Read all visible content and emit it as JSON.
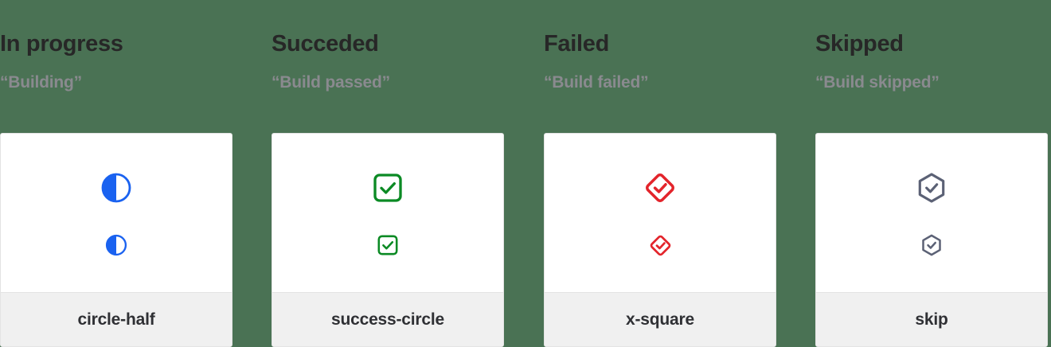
{
  "page": {
    "background_color": "#4a7254",
    "card_background": "#ffffff",
    "card_footer_background": "#f0f0f0",
    "card_border_color": "#e3e3e3"
  },
  "columns": [
    {
      "title": "In progress",
      "subtitle": "“Building”",
      "icon_name": "circle-half",
      "icon_label": "circle-half",
      "icon_color": "#1a62f0",
      "large_size": 40,
      "small_size": 28
    },
    {
      "title": "Succeded",
      "subtitle": "“Build passed”",
      "icon_name": "success-circle",
      "icon_label": "success-circle",
      "icon_color": "#0b8a24",
      "large_size": 40,
      "small_size": 28
    },
    {
      "title": "Failed",
      "subtitle": "“Build failed”",
      "icon_name": "x-square",
      "icon_label": "x-square",
      "icon_color": "#e3242b",
      "large_size": 44,
      "small_size": 31
    },
    {
      "title": "Skipped",
      "subtitle": "“Build skipped”",
      "icon_name": "skip",
      "icon_label": "skip",
      "icon_color": "#5b6175",
      "large_size": 42,
      "small_size": 30
    }
  ]
}
